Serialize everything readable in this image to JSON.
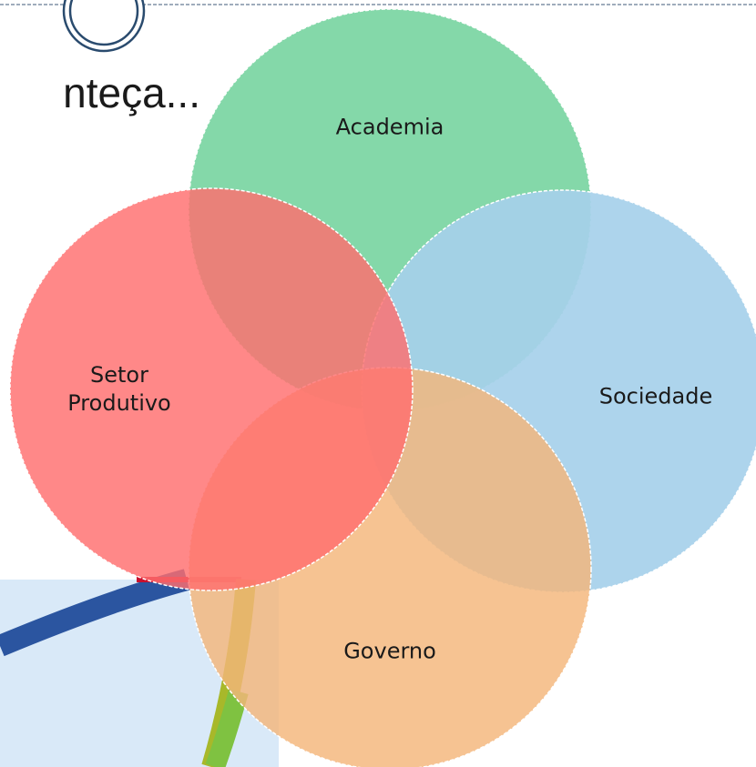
{
  "slide": {
    "heading": "nteça..."
  },
  "venn": {
    "circles": [
      {
        "id": "academia",
        "label": "Academia",
        "color": "#7dd6a4"
      },
      {
        "id": "sociedade",
        "label": "Sociedade",
        "color": "#a6d0ea"
      },
      {
        "id": "governo",
        "label": "Governo",
        "color": "#f4b67a"
      },
      {
        "id": "setor-produtivo",
        "label_lines": [
          "Setor",
          "Produtivo"
        ],
        "color": "#ff6e6e"
      }
    ],
    "outline_color": "#ffffff"
  },
  "decor": {
    "header_line_color": "#3f5a7a",
    "ring_color": "#2a4b6e",
    "bottom_image_bg": "#d9e9f8",
    "stroke_colors": [
      "#2b55a0",
      "#c8102e",
      "#a8b82a",
      "#7fc241"
    ]
  }
}
